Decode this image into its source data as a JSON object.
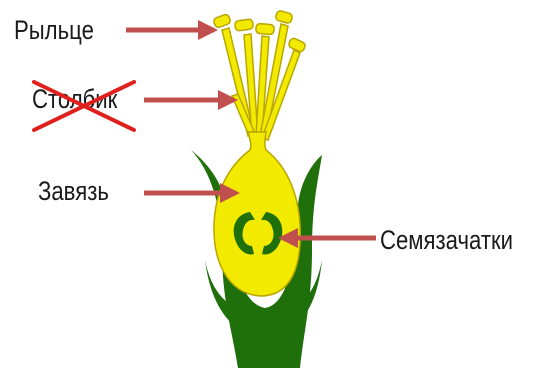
{
  "labels": {
    "stigma": "Рыльце",
    "style": "Столбик",
    "ovary": "Завязь",
    "ovules": "Семязачатки"
  },
  "colors": {
    "receptacle_green": "#1f6f0a",
    "pistil_yellow": "#f2ea00",
    "pistil_outline": "#b9a600",
    "arrow": "#c0504d",
    "strike": "#e0201c",
    "text": "#1a1a1a"
  },
  "annotations": {
    "style_label_crossed_out": true
  }
}
